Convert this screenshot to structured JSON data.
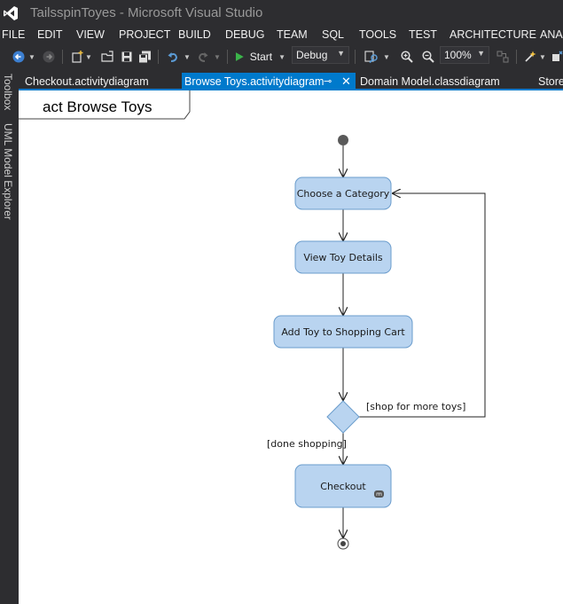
{
  "window": {
    "title": "TailsspinToyes - Microsoft Visual Studio"
  },
  "menu": [
    "FILE",
    "EDIT",
    "VIEW",
    "PROJECT",
    "BUILD",
    "DEBUG",
    "TEAM",
    "SQL",
    "TOOLS",
    "TEST",
    "ARCHITECTURE",
    "ANA"
  ],
  "toolbar": {
    "start_label": "Start",
    "config_value": "Debug",
    "zoom_value": "100%"
  },
  "side_tabs": [
    "Toolbox",
    "UML Model Explorer"
  ],
  "doc_tabs": [
    {
      "label": "Checkout.activitydiagram",
      "active": false
    },
    {
      "label": "Browse Toys.activitydiagram",
      "active": true
    },
    {
      "label": "Domain Model.classdiagram",
      "active": false
    },
    {
      "label": "Store",
      "active": false
    }
  ],
  "diagram": {
    "frame_title": "act Browse Toys",
    "actions": [
      "Choose a Category",
      "View Toy Details",
      "Add Toy to Shopping Cart",
      "Checkout"
    ],
    "guards": [
      "[shop for more toys]",
      "[done shopping]"
    ]
  },
  "colors": {
    "accent": "#007acc",
    "action_fill": "#b9d4f0",
    "action_stroke": "#6a9ccc"
  }
}
